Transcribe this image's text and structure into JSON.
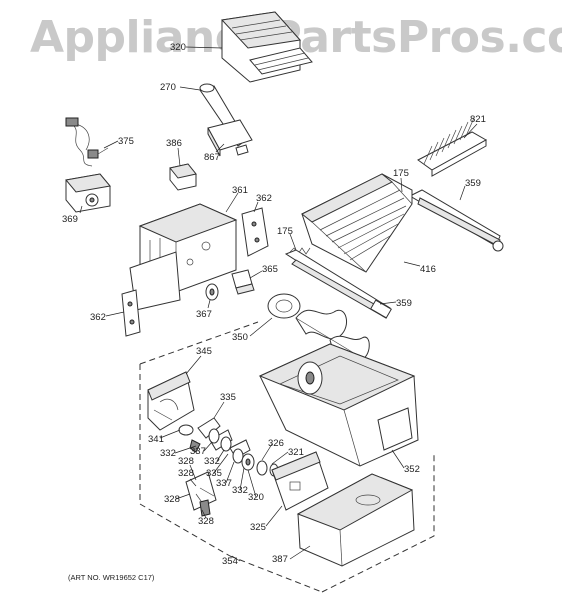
{
  "watermark": "AppliancePartsPros.com",
  "art_number": "(ART NO. WR19652 C17)",
  "callouts": {
    "c320_top": "320",
    "c270": "270",
    "c821": "821",
    "c375": "375",
    "c386": "386",
    "c867": "867",
    "c175_right": "175",
    "c359_top": "359",
    "c369": "369",
    "c361": "361",
    "c362_top": "362",
    "c175_left": "175",
    "c416": "416",
    "c365": "365",
    "c359_mid": "359",
    "c362_bottom": "362",
    "c367": "367",
    "c350": "350",
    "c345": "345",
    "c335_top": "335",
    "c341": "341",
    "c332_a": "332",
    "c337_a": "337",
    "c332_b": "332",
    "c326": "326",
    "c321": "321",
    "c328_a": "328",
    "c328_b": "328",
    "c335_b": "335",
    "c337_b": "337",
    "c332_c": "332",
    "c320_bottom": "320",
    "c328_c": "328",
    "c328_d": "328",
    "c352": "352",
    "c325": "325",
    "c387": "387",
    "c354": "354"
  }
}
